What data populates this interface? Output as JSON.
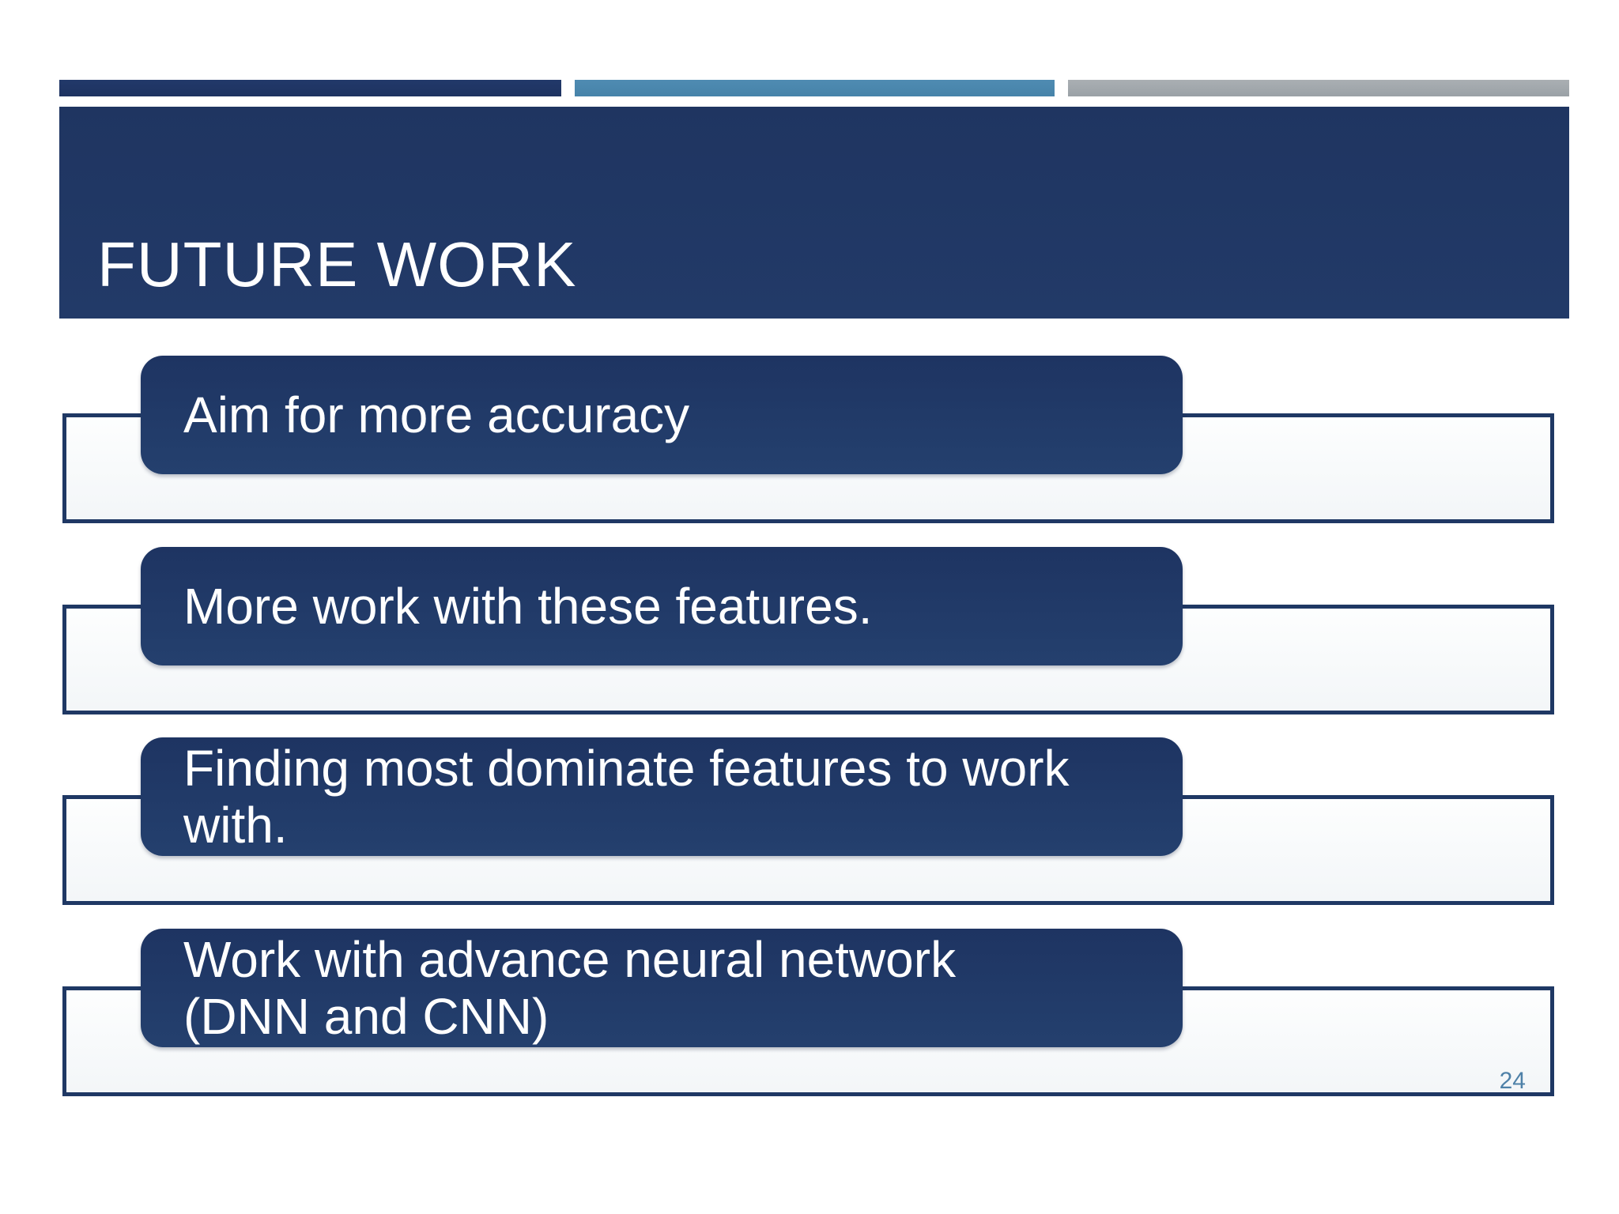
{
  "slide": {
    "title": "FUTURE WORK",
    "page_number": "24",
    "accent_bars": [
      {
        "name": "navy-bar",
        "color": "#1F3864"
      },
      {
        "name": "steel-blue-bar",
        "color": "#4A89AD"
      },
      {
        "name": "gray-bar",
        "color": "#A3A9AD"
      }
    ],
    "items": [
      {
        "lines": [
          "Aim for more accuracy",
          ""
        ]
      },
      {
        "lines": [
          "More work with these features.",
          ""
        ]
      },
      {
        "lines": [
          "Finding most dominate features to work",
          "with."
        ]
      },
      {
        "lines": [
          "Work with advance neural network",
          "(DNN and CNN)"
        ]
      }
    ],
    "colors": {
      "navy": "#1F3864",
      "steel_blue": "#4A89AD",
      "gray": "#A3A9AD",
      "page_number_blue": "#4E81A8",
      "callout_text": "#FFFFFF",
      "outline_fill": "#F7FAFB"
    }
  }
}
